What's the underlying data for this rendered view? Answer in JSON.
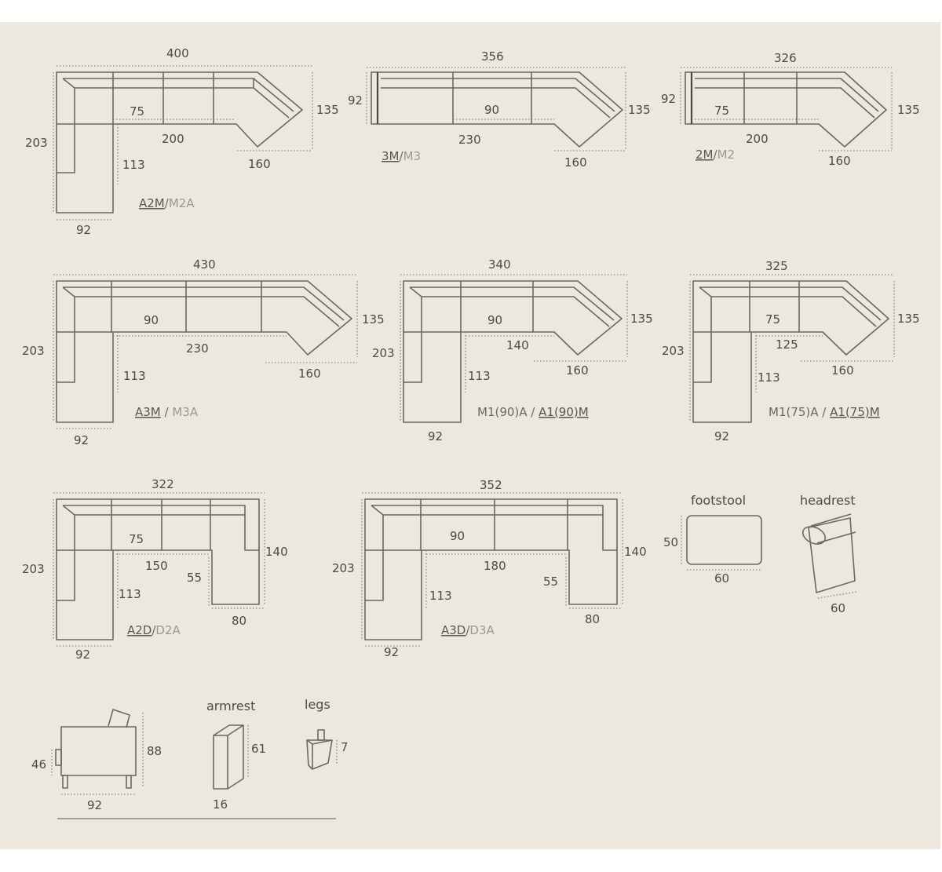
{
  "modules": {
    "a2m": {
      "width": "400",
      "depth": "203",
      "arm_depth": "135",
      "seat": "75",
      "middle": "200",
      "corner": "160",
      "chaise": "113",
      "chaise_w": "92",
      "code_main": "A2M",
      "code_sep": "/",
      "code_alt": "M2A"
    },
    "m3": {
      "width": "356",
      "depth": "92",
      "arm_depth": "135",
      "seat": "90",
      "middle": "230",
      "corner": "160",
      "code_main": "3M",
      "code_sep": "/",
      "code_alt": "M3"
    },
    "m2": {
      "width": "326",
      "depth": "92",
      "arm_depth": "135",
      "seat": "75",
      "middle": "200",
      "corner": "160",
      "code_main": "2M",
      "code_sep": "/",
      "code_alt": "M2"
    },
    "a3m": {
      "width": "430",
      "depth": "203",
      "arm_depth": "135",
      "seat": "90",
      "middle": "230",
      "corner": "160",
      "chaise": "113",
      "chaise_w": "92",
      "code_main": "A3M",
      "code_sep": " / ",
      "code_alt": "M3A"
    },
    "m1_90": {
      "width": "340",
      "depth": "203",
      "arm_depth": "135",
      "seat": "90",
      "middle": "140",
      "corner": "160",
      "chaise": "113",
      "chaise_w": "92",
      "code_main": "M1(90)A / ",
      "code_alt": "A1(90)M"
    },
    "m1_75": {
      "width": "325",
      "depth": "203",
      "arm_depth": "135",
      "seat": "75",
      "middle": "125",
      "corner": "160",
      "chaise": "113",
      "chaise_w": "92",
      "code_main": "M1(75)A / ",
      "code_alt": "A1(75)M"
    },
    "a2d": {
      "width": "322",
      "depth": "203",
      "end_depth": "140",
      "seat": "75",
      "middle": "150",
      "step": "55",
      "end_w": "80",
      "chaise": "113",
      "chaise_w": "92",
      "code_main": "A2D",
      "code_sep": "/",
      "code_alt": "D2A"
    },
    "a3d": {
      "width": "352",
      "depth": "203",
      "end_depth": "140",
      "seat": "90",
      "middle": "180",
      "step": "55",
      "end_w": "80",
      "chaise": "113",
      "chaise_w": "92",
      "code_main": "A3D",
      "code_sep": "/",
      "code_alt": "D3A"
    }
  },
  "accessories": {
    "footstool": {
      "label": "footstool",
      "height": "50",
      "width": "60"
    },
    "headrest": {
      "label": "headrest",
      "width": "60"
    },
    "side_view": {
      "seat_h": "46",
      "total_h": "88",
      "depth": "92"
    },
    "armrest": {
      "label": "armrest",
      "height": "61",
      "width": "16"
    },
    "legs": {
      "label": "legs",
      "height": "7"
    }
  }
}
